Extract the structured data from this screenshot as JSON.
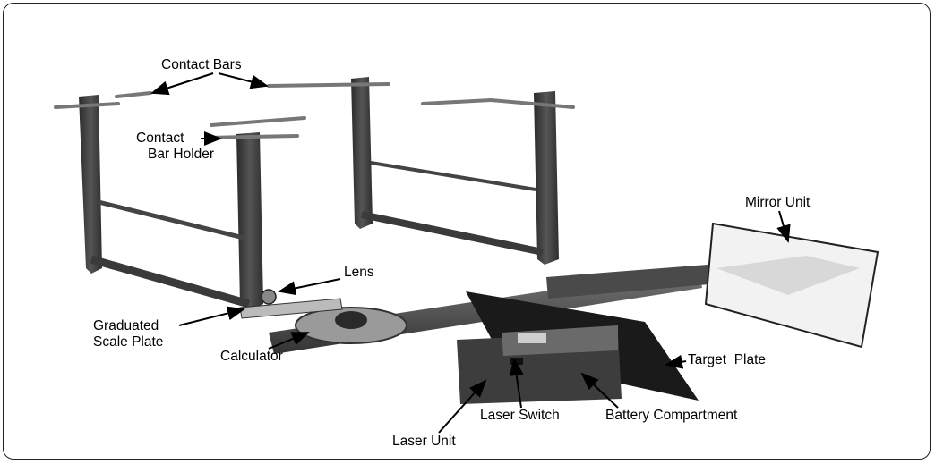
{
  "labels": {
    "contact_bars": "Contact Bars",
    "contact_bar_holder_1": "Contact",
    "contact_bar_holder_2": "Bar Holder",
    "lens": "Lens",
    "graduated_1": "Graduated",
    "graduated_2": "Scale Plate",
    "calculator": "Calculator",
    "mirror_unit": "Mirror Unit",
    "target_plate": "Target  Plate",
    "laser_switch": "Laser Switch",
    "battery_compartment": "Battery Compartment",
    "laser_unit": "Laser Unit"
  },
  "colors": {
    "frame": "#222222",
    "metal_dark": "#3a3a3a",
    "metal_mid": "#5c5c5c",
    "metal_light": "#8a8a8a",
    "mirror_fill": "#f2f2f2"
  }
}
